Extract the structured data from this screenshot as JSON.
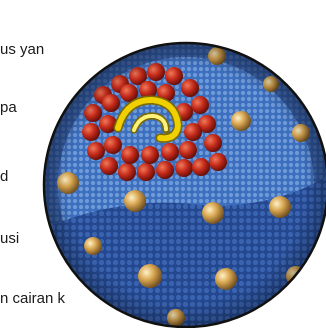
{
  "background_text": {
    "line1": "us yan",
    "line2": "pa",
    "line3": "d",
    "line4": "usi",
    "line5": "n cairan k"
  },
  "colors": {
    "background": "#ffffff",
    "text": "#1a1a1a",
    "capsule_blue": "#2f5fae",
    "membrane_dark_blue": "#1e3a78",
    "particle_gold": "#d2a050",
    "core_red": "#b6281a",
    "genome_yellow": "#f0d000",
    "outline": "#111111"
  },
  "image": {
    "subject": "virus-cross-section-illustration"
  }
}
